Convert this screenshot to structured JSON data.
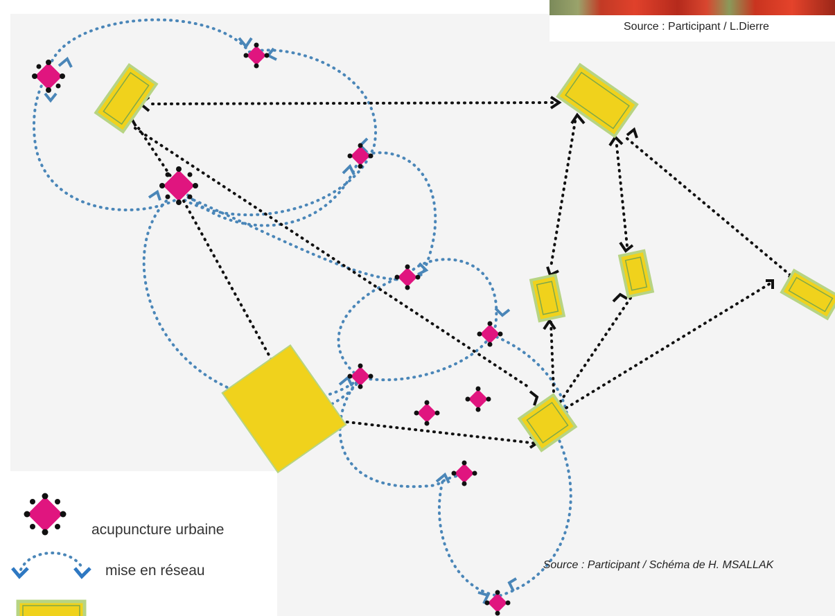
{
  "top_image": {
    "source_caption": "Source : Participant / L.Dierre"
  },
  "legend": {
    "items": [
      {
        "label": "acupuncture urbaine",
        "icon": "acupuncture-icon"
      },
      {
        "label": "mise en réseau",
        "icon": "network-link-icon"
      },
      {
        "label": "",
        "icon": "pole-rectangle-icon"
      }
    ]
  },
  "diagram": {
    "source_caption": "Source : Participant / Schéma de H. MSALLAK"
  },
  "colors": {
    "acupuncture": "#e0157f",
    "network": "#4a86b8",
    "pole_fill": "#f0d21c",
    "pole_border": "#b7d483",
    "link": "#111111",
    "bg": "#f4f4f4"
  }
}
